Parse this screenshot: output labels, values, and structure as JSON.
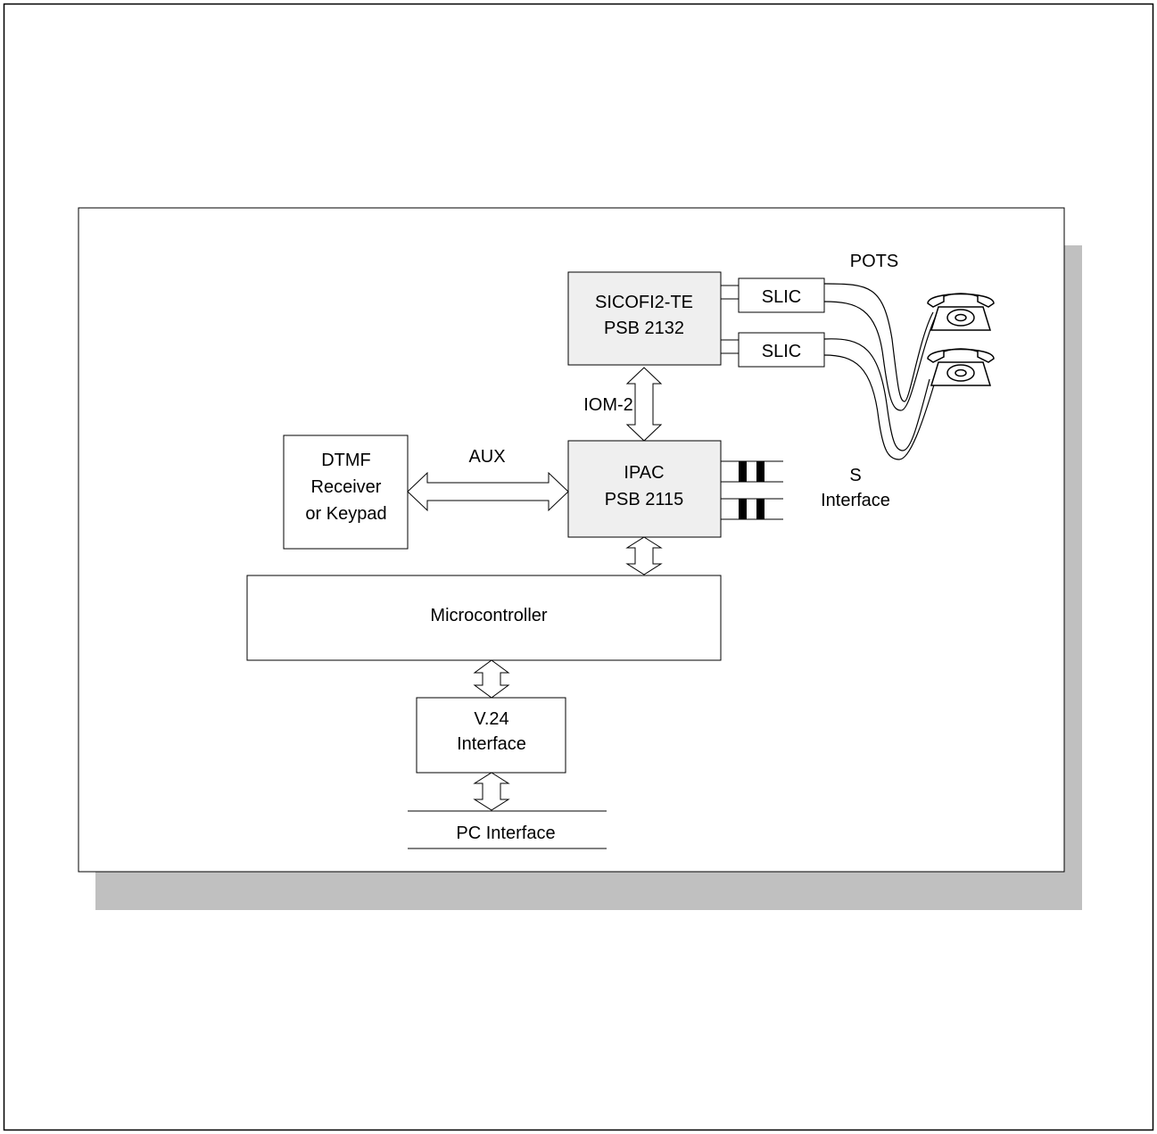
{
  "diagram": {
    "blocks": {
      "sicofi": {
        "line1": "SICOFI2-TE",
        "line2": "PSB 2132"
      },
      "slic_1": {
        "label": "SLIC"
      },
      "slic_2": {
        "label": "SLIC"
      },
      "ipac": {
        "line1": "IPAC",
        "line2": "PSB 2115"
      },
      "dtmf": {
        "line1": "DTMF",
        "line2": "Receiver",
        "line3": "or Keypad"
      },
      "microcontroller": {
        "label": "Microcontroller"
      },
      "v24": {
        "line1": "V.24",
        "line2": "Interface"
      }
    },
    "labels": {
      "pots": "POTS",
      "iom2": "IOM-2",
      "aux": "AUX",
      "s_interface_line1": "S",
      "s_interface_line2": "Interface",
      "pc_interface": "PC Interface"
    },
    "colors": {
      "block_fill_shaded": "#efefef",
      "block_fill_plain": "#ffffff",
      "frame_shadow": "#c0c0c0",
      "line": "#000000"
    },
    "icons": [
      "telephone-icon",
      "s-interface-connector-icon"
    ]
  }
}
